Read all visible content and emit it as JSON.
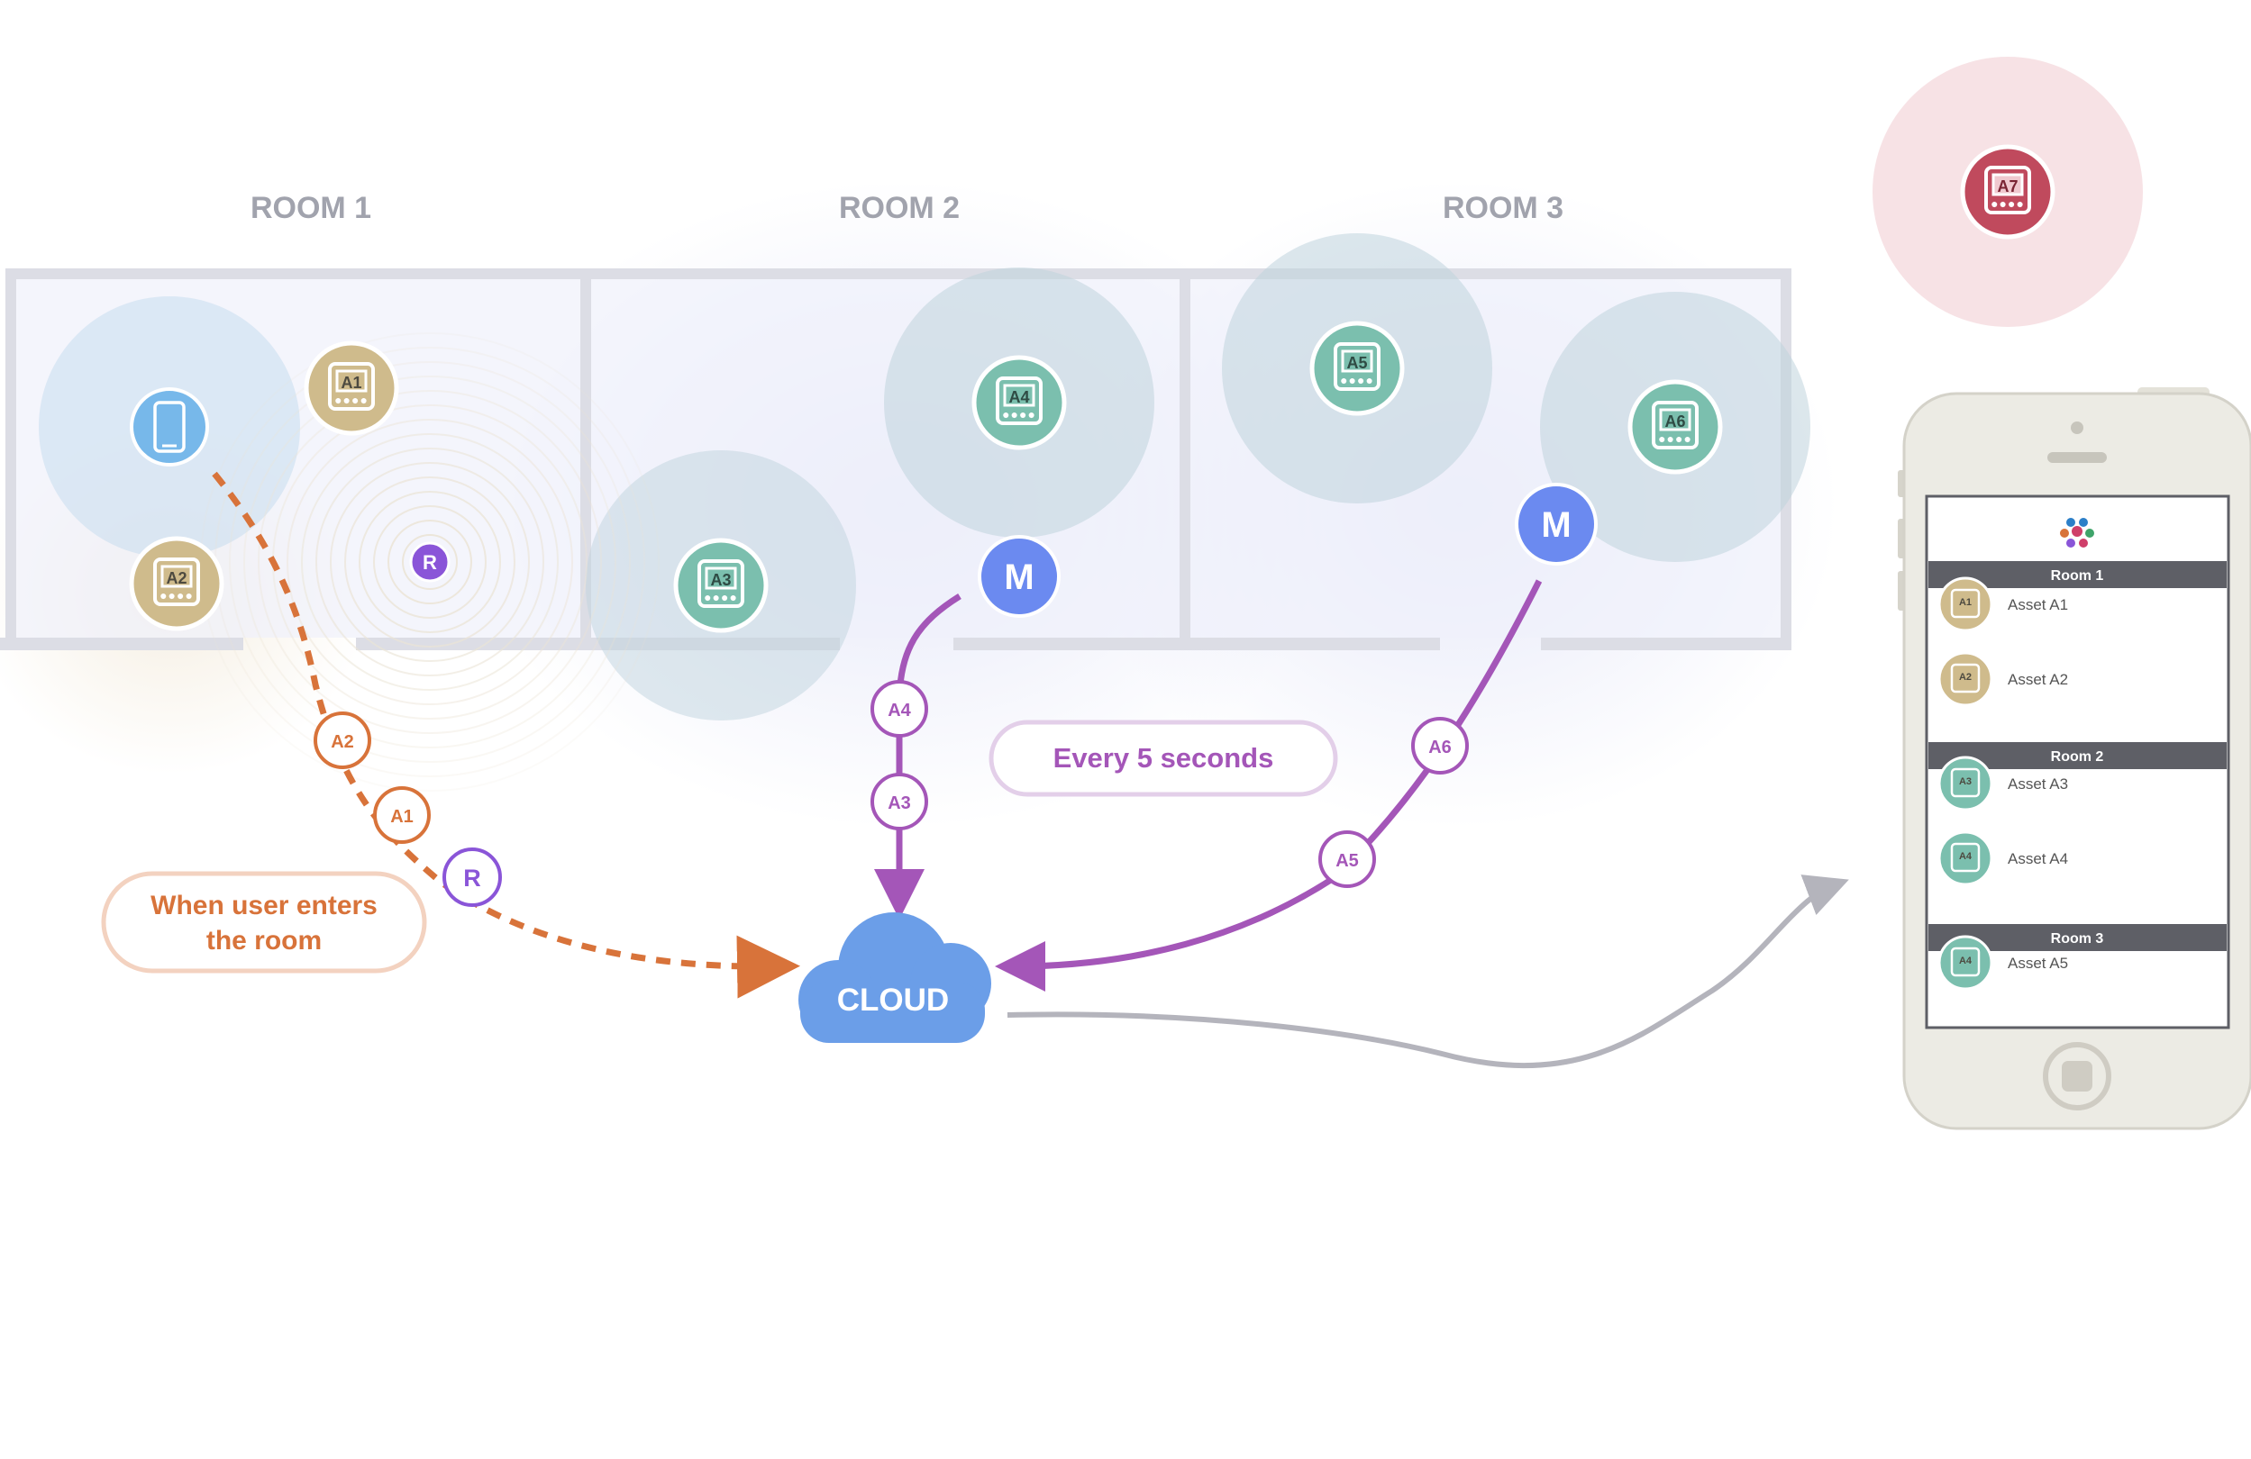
{
  "rooms": [
    {
      "label": "ROOM 1"
    },
    {
      "label": "ROOM 2"
    },
    {
      "label": "ROOM 3"
    }
  ],
  "assets": {
    "A1": {
      "label": "A1",
      "color": "#cfbb8c"
    },
    "A2": {
      "label": "A2",
      "color": "#cfbb8c"
    },
    "A3": {
      "label": "A3",
      "color": "#7bbfae"
    },
    "A4": {
      "label": "A4",
      "color": "#7bbfae"
    },
    "A5": {
      "label": "A5",
      "color": "#7bbfae"
    },
    "A6": {
      "label": "A6",
      "color": "#7bbfae"
    },
    "A7": {
      "label": "A7",
      "color": "#c04a5d"
    }
  },
  "receiver": {
    "label": "R",
    "color": "#8a55d8"
  },
  "monitors": [
    {
      "label": "M"
    },
    {
      "label": "M"
    }
  ],
  "monitor_color": "#6b8af0",
  "route_orange": {
    "badges": [
      "A2",
      "A1",
      "R"
    ],
    "color": "#d8733a"
  },
  "route_purple_left": {
    "badges": [
      "A4",
      "A3"
    ],
    "color": "#a456b8"
  },
  "route_purple_right": {
    "badges": [
      "A6",
      "A5"
    ],
    "color": "#a456b8"
  },
  "callouts": {
    "user_enters": {
      "line1": "When user enters",
      "line2": "the room",
      "color": "#d8733a"
    },
    "interval": {
      "text": "Every 5 seconds",
      "color": "#a456b8"
    }
  },
  "cloud": {
    "label": "CLOUD",
    "color": "#6b9ee8"
  },
  "phone_app": {
    "sections": [
      {
        "header": "Room 1",
        "items": [
          {
            "icon": "A1",
            "label": "Asset A1",
            "tone": "tan"
          },
          {
            "icon": "A2",
            "label": "Asset A2",
            "tone": "tan"
          }
        ]
      },
      {
        "header": "Room 2",
        "items": [
          {
            "icon": "A3",
            "label": "Asset A3",
            "tone": "teal"
          },
          {
            "icon": "A4",
            "label": "Asset A4",
            "tone": "teal"
          }
        ]
      },
      {
        "header": "Room 3",
        "items": [
          {
            "icon": "A4",
            "label": "Asset A5",
            "tone": "teal"
          }
        ]
      }
    ]
  }
}
